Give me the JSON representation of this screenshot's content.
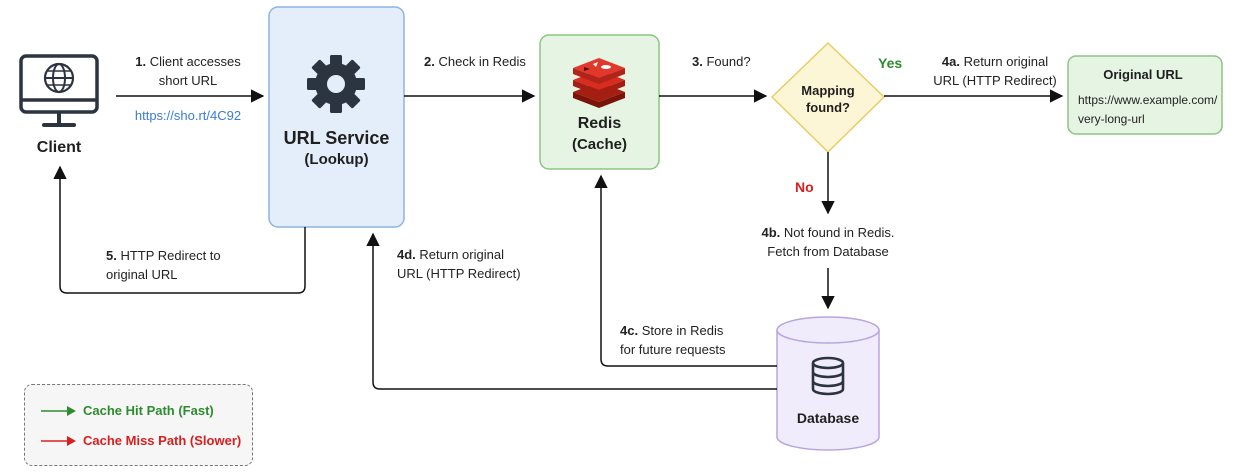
{
  "nodes": {
    "client": {
      "label": "Client"
    },
    "url_service": {
      "title": "URL Service",
      "subtitle": "(Lookup)"
    },
    "redis": {
      "title": "Redis",
      "subtitle": "(Cache)"
    },
    "decision": {
      "line1": "Mapping",
      "line2": "found?"
    },
    "original_url": {
      "title": "Original URL",
      "line1": "https://www.example.com/",
      "line2": "very-long-url"
    },
    "database": {
      "label": "Database"
    }
  },
  "edges": {
    "step1": {
      "num": "1.",
      "line1": "Client accesses",
      "line2": "short URL",
      "url": "https://sho.rt/4C92"
    },
    "step2": {
      "num": "2.",
      "text": "Check in Redis"
    },
    "step3": {
      "num": "3.",
      "text": "Found?"
    },
    "yes": "Yes",
    "no": "No",
    "step4a": {
      "num": "4a.",
      "line1": "Return original",
      "line2": "URL (HTTP Redirect)"
    },
    "step4b": {
      "num": "4b.",
      "line1": "Not found in Redis.",
      "line2": "Fetch from Database"
    },
    "step4c": {
      "num": "4c.",
      "line1": "Store in Redis",
      "line2": "for future requests"
    },
    "step4d": {
      "num": "4d.",
      "line1": "Return original",
      "line2": "URL (HTTP Redirect)"
    },
    "step5": {
      "num": "5.",
      "line1": "HTTP Redirect to",
      "line2": "original URL"
    }
  },
  "legend": {
    "hit": {
      "label": "Cache Hit Path (Fast)",
      "color": "#2e8b2e"
    },
    "miss": {
      "label": "Cache Miss Path (Slower)",
      "color": "#d62020"
    }
  },
  "colors": {
    "service_fill": "#e4eefb",
    "redis_fill": "#e6f4e3",
    "decision_fill": "#fdf6d6",
    "db_fill": "#f1ecfb",
    "yes": "#2e8b2e",
    "no": "#d62020",
    "link": "#3a7bd5"
  }
}
